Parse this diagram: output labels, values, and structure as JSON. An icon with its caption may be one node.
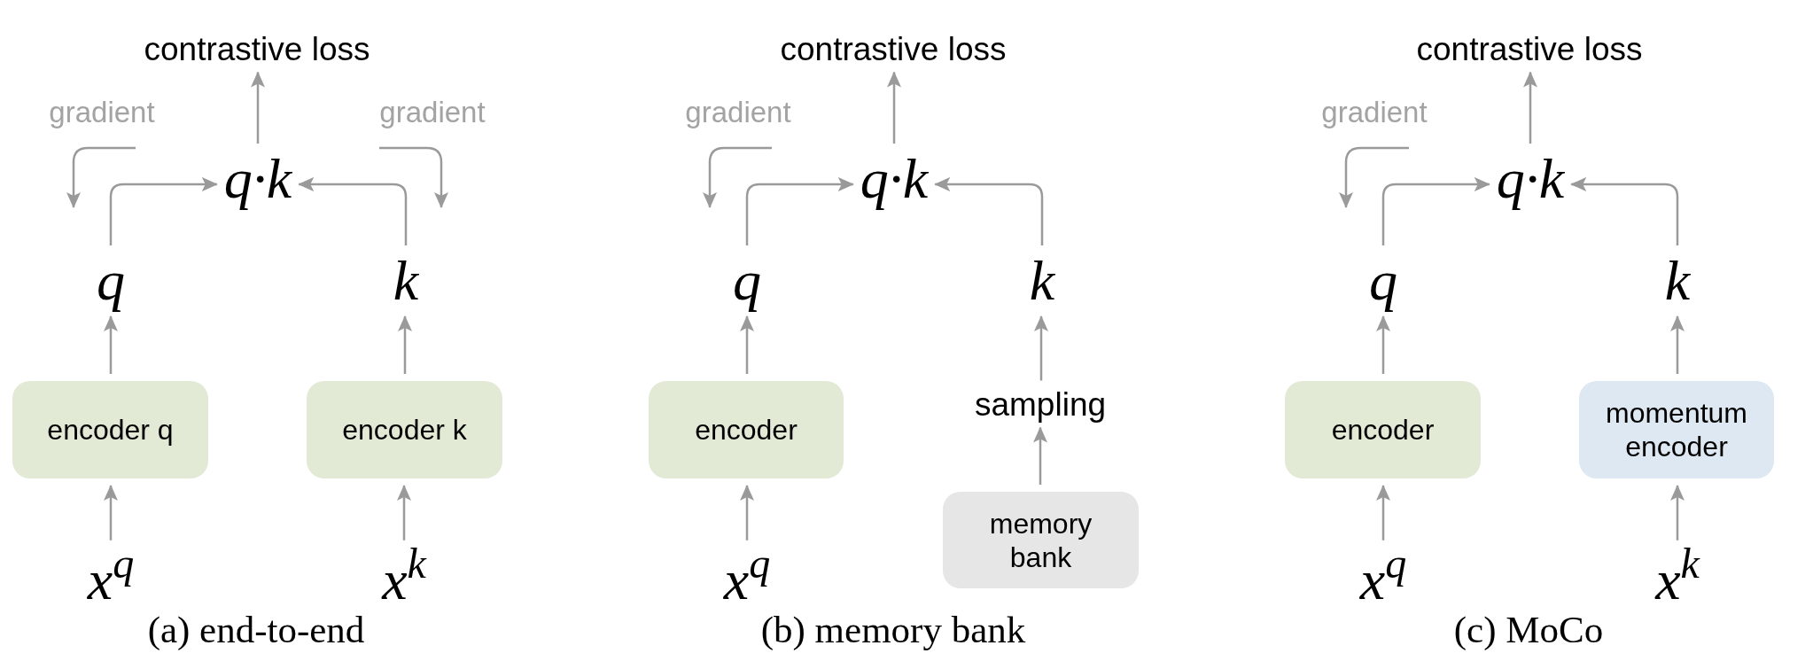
{
  "diagram": {
    "nodes": [
      {
        "text": [
          "contrastive loss"
        ]
      },
      {
        "text": [
          "q·k"
        ]
      },
      {
        "text": [
          "q"
        ]
      },
      {
        "text": [
          "k"
        ]
      },
      {
        "text": [
          "encoder q"
        ]
      },
      {
        "text": [
          "encoder k"
        ]
      },
      {
        "text": [
          "x$^{q}$"
        ]
      },
      {
        "text": [
          "x$^{k}$"
        ]
      },
      {
        "text": [
          "contrastive loss"
        ]
      },
      {
        "text": [
          "q·k"
        ]
      },
      {
        "text": [
          "q"
        ]
      },
      {
        "text": [
          "k"
        ]
      },
      {
        "text": [
          "encoder"
        ]
      },
      {
        "text": [
          "sampling"
        ]
      },
      {
        "text": [
          "memory bank"
        ]
      },
      {
        "text": [
          "x$^{q}$"
        ]
      },
      {
        "text": [
          "contrastive loss"
        ]
      },
      {
        "text": [
          "q·k"
        ]
      },
      {
        "text": [
          "q"
        ]
      },
      {
        "text": [
          "k"
        ]
      },
      {
        "text": [
          "encoder"
        ]
      },
      {
        "text": [
          "momentum encoder"
        ]
      },
      {
        "text": [
          "x$^{q}$"
        ]
      },
      {
        "text": [
          "x$^{k}$"
        ]
      }
    ],
    "edges": [
      {
        "from": 1,
        "to": 0,
        "arrow": "to"
      },
      {
        "from": 2,
        "to": 1,
        "arrow": "to"
      },
      {
        "from": 3,
        "to": 1,
        "arrow": "to"
      },
      {
        "from": 4,
        "to": 2,
        "arrow": "to"
      },
      {
        "from": 5,
        "to": 3,
        "arrow": "to"
      },
      {
        "from": 6,
        "to": 4,
        "arrow": "to"
      },
      {
        "from": 7,
        "to": 5,
        "arrow": "to"
      },
      {
        "from": 9,
        "to": 8,
        "arrow": "to"
      },
      {
        "from": 10,
        "to": 9,
        "arrow": "to"
      },
      {
        "from": 11,
        "to": 9,
        "arrow": "to"
      },
      {
        "from": 12,
        "to": 10,
        "arrow": "to"
      },
      {
        "from": 13,
        "to": 11,
        "arrow": "to"
      },
      {
        "from": 14,
        "to": 13,
        "arrow": "to"
      },
      {
        "from": 15,
        "to": 12,
        "arrow": "to"
      },
      {
        "from": 17,
        "to": 16,
        "arrow": "to"
      },
      {
        "from": 18,
        "to": 17,
        "arrow": "to"
      },
      {
        "from": 19,
        "to": 17,
        "arrow": "to"
      },
      {
        "from": 20,
        "to": 18,
        "arrow": "to"
      },
      {
        "from": 21,
        "to": 19,
        "arrow": "to"
      },
      {
        "from": 22,
        "to": 20,
        "arrow": "to"
      },
      {
        "from": 23,
        "to": 21,
        "arrow": "to"
      }
    ],
    "labels": [
      "gradient",
      "gradient",
      "gradient",
      "gradient",
      "(a) end-to-end",
      "(b) memory bank",
      "(c) MoCo"
    ]
  }
}
